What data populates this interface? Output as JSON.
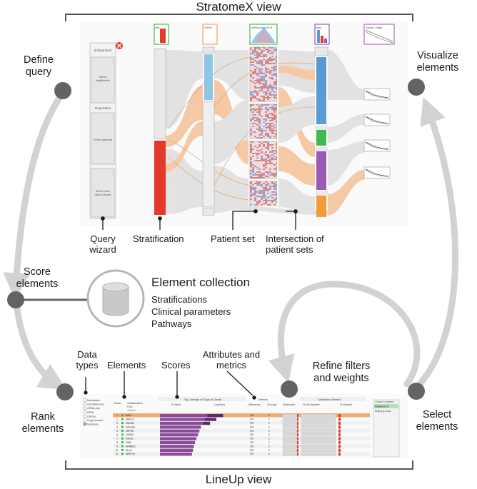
{
  "views": {
    "stratomex_title": "StratomeX view",
    "lineup_title": "LineUp view"
  },
  "steps": {
    "define_query": [
      "Define",
      "query"
    ],
    "visualize_elements": [
      "Visualize",
      "elements"
    ],
    "score_elements": [
      "Score",
      "elements"
    ],
    "rank_elements": [
      "Rank",
      "elements"
    ],
    "select_elements": [
      "Select",
      "elements"
    ],
    "refine": [
      "Refine filters",
      "and weights"
    ]
  },
  "annotations": {
    "query_wizard": [
      "Query",
      "wizard"
    ],
    "stratification": "Stratification",
    "patient_set": "Patient set",
    "intersection": [
      "Intersection of",
      "patient sets"
    ],
    "data_types": [
      "Data",
      "types"
    ],
    "elements": "Elements",
    "scores": "Scores",
    "attributes_metrics": [
      "Attributes and",
      "metrics"
    ]
  },
  "collection": {
    "title": "Element collection",
    "items": [
      "Stratifications",
      "Clinical parameters",
      "Pathways"
    ]
  },
  "wizard_panel": {
    "independent": "Independent",
    "select_stratification": [
      "Select",
      "stratification"
    ],
    "dependent": "Dependent",
    "select_pathway": "Select pathway",
    "select_other": [
      "Select other",
      "data (Clinical)"
    ]
  },
  "stratomex_columns": {
    "col1": "MNL",
    "col2": "COPNU",
    "col3": "mRNA-seq GLEUR",
    "col4": "Seed",
    "col5": "Clinical - Death"
  },
  "lineup_table": {
    "data_types": [
      "Methylation",
      "microRNA-seq",
      "mRNA-seq",
      "RPPA",
      "Clinical",
      "Copy Number",
      "Mutations"
    ],
    "headers": {
      "rank": "Rank",
      "stratification": "Stratification",
      "filter": "Filter",
      "none": "<None>",
      "scores_group": "Sig. change of Days to Death",
      "pvalue": "P-Value",
      "logrank": "LogRank",
      "metrics_group": "Metrics",
      "elements": "#Elements",
      "groups": "#Groups",
      "distribution": "Distribution",
      "mutations_group": "Mutations Metrics",
      "not_mutated": "% Not Mutated*",
      "mutated": "% Mutated"
    },
    "rows": [
      {
        "rank": "1.",
        "name": "BAP1",
        "elements": "297",
        "groups": "2"
      },
      {
        "rank": "2.",
        "name": "MUC16",
        "elements": "297",
        "groups": "2"
      },
      {
        "rank": "3.",
        "name": "HMCN1",
        "elements": "297",
        "groups": "2"
      },
      {
        "rank": "4.",
        "name": "COL6A3",
        "elements": "297",
        "groups": "2"
      },
      {
        "rank": "5.",
        "name": "LRP1B",
        "elements": "297",
        "groups": "2"
      },
      {
        "rank": "6.",
        "name": "USH2A",
        "elements": "297",
        "groups": "2"
      },
      {
        "rank": "7.",
        "name": "ASH1L",
        "elements": "297",
        "groups": "2"
      },
      {
        "rank": "8.",
        "name": "DNB",
        "elements": "297",
        "groups": "2"
      },
      {
        "rank": "9.",
        "name": "AHNAK2",
        "elements": "297",
        "groups": "2"
      },
      {
        "rank": "10.",
        "name": "MLL3",
        "elements": "297",
        "groups": "2"
      },
      {
        "rank": "11.",
        "name": "NBPF10",
        "elements": "297",
        "groups": "2"
      }
    ],
    "pvalue_fraction": [
      0.95,
      0.9,
      0.86,
      0.82,
      0.79,
      0.76,
      0.73,
      0.7,
      0.68,
      0.66,
      0.64
    ],
    "side_options": [
      "Clinical Combined",
      "Mutations Gl.",
      "Mutlog lg-value"
    ]
  },
  "colors": {
    "gray_arrow": "#d2d2d2",
    "node": "#636363",
    "orange": "#f3a263",
    "red": "#e23a2c",
    "blue": "#5a9bd3",
    "green": "#3fba4f",
    "purple": "#9a5bb4",
    "lightblue": "#8ec6e6",
    "heat_red": "#d86a6a",
    "heat_blue": "#7a9ed6",
    "lineup_purple": "#8b4a9a"
  }
}
